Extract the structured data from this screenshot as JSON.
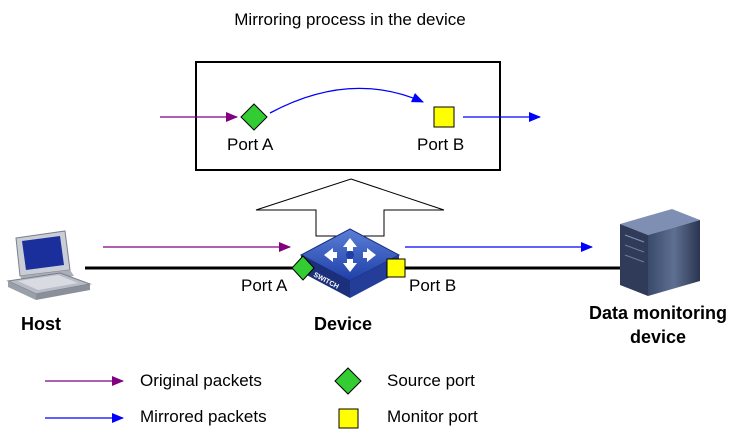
{
  "title": "Mirroring process in the device",
  "inset": {
    "port_a_label": "Port A",
    "port_b_label": "Port B"
  },
  "network": {
    "host_label": "Host",
    "device_label": "Device",
    "switch_text": "SWITCH",
    "port_a_label": "Port A",
    "port_b_label": "Port B",
    "monitor_label": "Data monitoring device"
  },
  "legend": {
    "original_packets": "Original packets",
    "mirrored_packets": "Mirrored packets",
    "source_port": "Source port",
    "monitor_port": "Monitor port"
  },
  "colors": {
    "original_arrow": "#800080",
    "mirrored_arrow": "#0000ff",
    "source_port": "#33cc33",
    "monitor_port": "#ffff00"
  },
  "icons": [
    "pc-icon",
    "switch-icon",
    "server-icon",
    "diamond-icon",
    "square-icon",
    "arrow-icon"
  ]
}
